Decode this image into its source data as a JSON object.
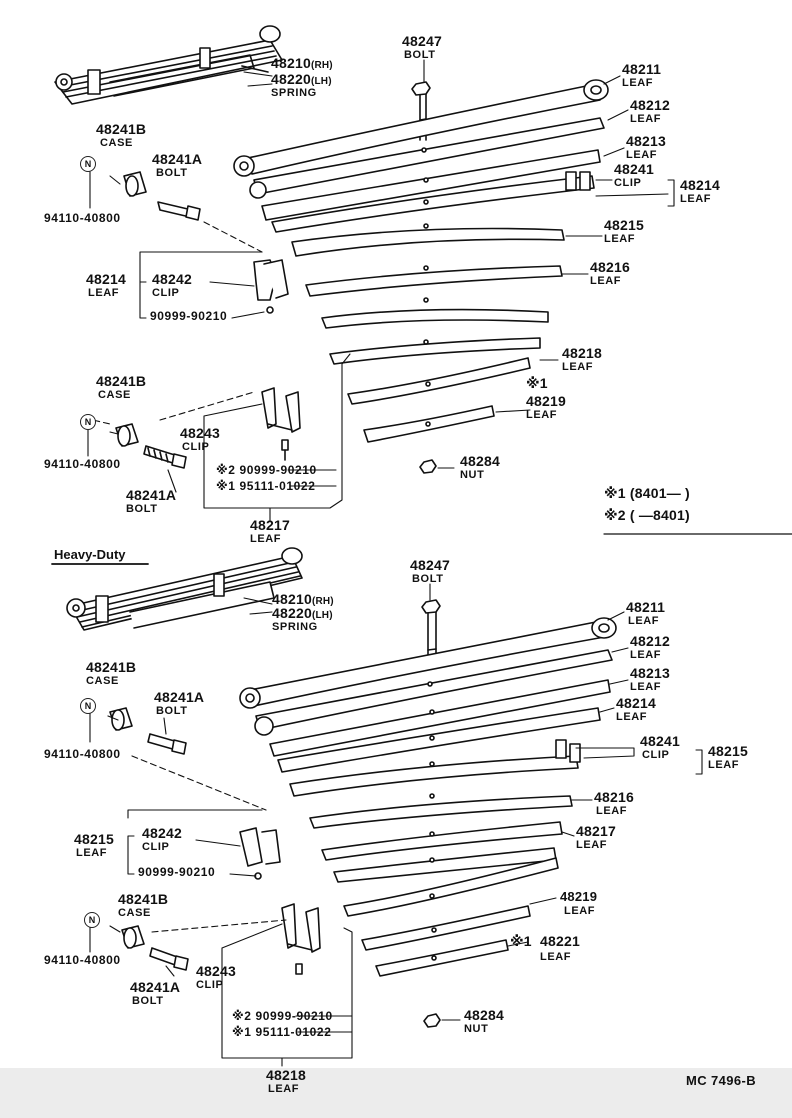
{
  "top": {
    "spring": {
      "part_rh": "48210",
      "rh": "(RH)",
      "part_lh": "48220",
      "lh": "(LH)",
      "name": "SPRING"
    },
    "bolt_main": {
      "part": "48247",
      "name": "BOLT"
    },
    "leaf_48211": {
      "part": "48211",
      "name": "LEAF"
    },
    "leaf_48212": {
      "part": "48212",
      "name": "LEAF"
    },
    "leaf_48213": {
      "part": "48213",
      "name": "LEAF"
    },
    "clip_48241": {
      "part": "48241",
      "name": "CLIP"
    },
    "leaf_48214": {
      "part": "48214",
      "name": "LEAF"
    },
    "leaf_48215": {
      "part": "48215",
      "name": "LEAF"
    },
    "leaf_48216": {
      "part": "48216",
      "name": "LEAF"
    },
    "leaf_48218": {
      "part": "48218",
      "name": "LEAF"
    },
    "mark_1": "※1",
    "leaf_48219": {
      "part": "48219",
      "name": "LEAF"
    },
    "nut_48284": {
      "part": "48284",
      "name": "NUT"
    },
    "case_a": {
      "part": "48241B",
      "name": "CASE"
    },
    "bolt_a": {
      "part": "48241A",
      "name": "BOLT"
    },
    "n_a": "N",
    "pn_a": "94110-40800",
    "leaf_group": {
      "part": "48214",
      "name": "LEAF"
    },
    "clip_48242": {
      "part": "48242",
      "name": "CLIP"
    },
    "pn_90999_a": "90999-90210",
    "case_b": {
      "part": "48241B",
      "name": "CASE"
    },
    "clip_48243": {
      "part": "48243",
      "name": "CLIP"
    },
    "n_b": "N",
    "pn_b": "94110-40800",
    "bolt_b": {
      "part": "48241A",
      "name": "BOLT"
    },
    "ref2": "※2 90999-90210",
    "ref1": "※1 95111-01022",
    "leaf_48217": {
      "part": "48217",
      "name": "LEAF"
    }
  },
  "legend": {
    "line1": "※1 (8401—      )",
    "line2": "※2 (      —8401)"
  },
  "heavy": {
    "title": "Heavy-Duty",
    "spring": {
      "part_rh": "48210",
      "rh": "(RH)",
      "part_lh": "48220",
      "lh": "(LH)",
      "name": "SPRING"
    },
    "bolt_main": {
      "part": "48247",
      "name": "BOLT"
    },
    "leaf_48211": {
      "part": "48211",
      "name": "LEAF"
    },
    "leaf_48212": {
      "part": "48212",
      "name": "LEAF"
    },
    "leaf_48213": {
      "part": "48213",
      "name": "LEAF"
    },
    "leaf_48214": {
      "part": "48214",
      "name": "LEAF"
    },
    "clip_48241": {
      "part": "48241",
      "name": "CLIP"
    },
    "leaf_48215": {
      "part": "48215",
      "name": "LEAF"
    },
    "leaf_48216": {
      "part": "48216",
      "name": "LEAF"
    },
    "leaf_48217": {
      "part": "48217",
      "name": "LEAF"
    },
    "leaf_48219": {
      "part": "48219",
      "name": "LEAF"
    },
    "mark_1": "※1",
    "leaf_48221": {
      "part": "48221",
      "name": "LEAF"
    },
    "nut_48284": {
      "part": "48284",
      "name": "NUT"
    },
    "case_a": {
      "part": "48241B",
      "name": "CASE"
    },
    "bolt_a": {
      "part": "48241A",
      "name": "BOLT"
    },
    "n_a": "N",
    "pn_a": "94110-40800",
    "leaf_group": {
      "part": "48215",
      "name": "LEAF"
    },
    "clip_48242": {
      "part": "48242",
      "name": "CLIP"
    },
    "pn_90999_a": "90999-90210",
    "case_b": {
      "part": "48241B",
      "name": "CASE"
    },
    "n_b": "N",
    "pn_b": "94110-40800",
    "bolt_b": {
      "part": "48241A",
      "name": "BOLT"
    },
    "clip_48243": {
      "part": "48243",
      "name": "CLIP"
    },
    "ref2": "※2 90999-90210",
    "ref1": "※1 95111-01022",
    "leaf_48218": {
      "part": "48218",
      "name": "LEAF"
    }
  },
  "footer": {
    "code": "MC  7496-B"
  }
}
